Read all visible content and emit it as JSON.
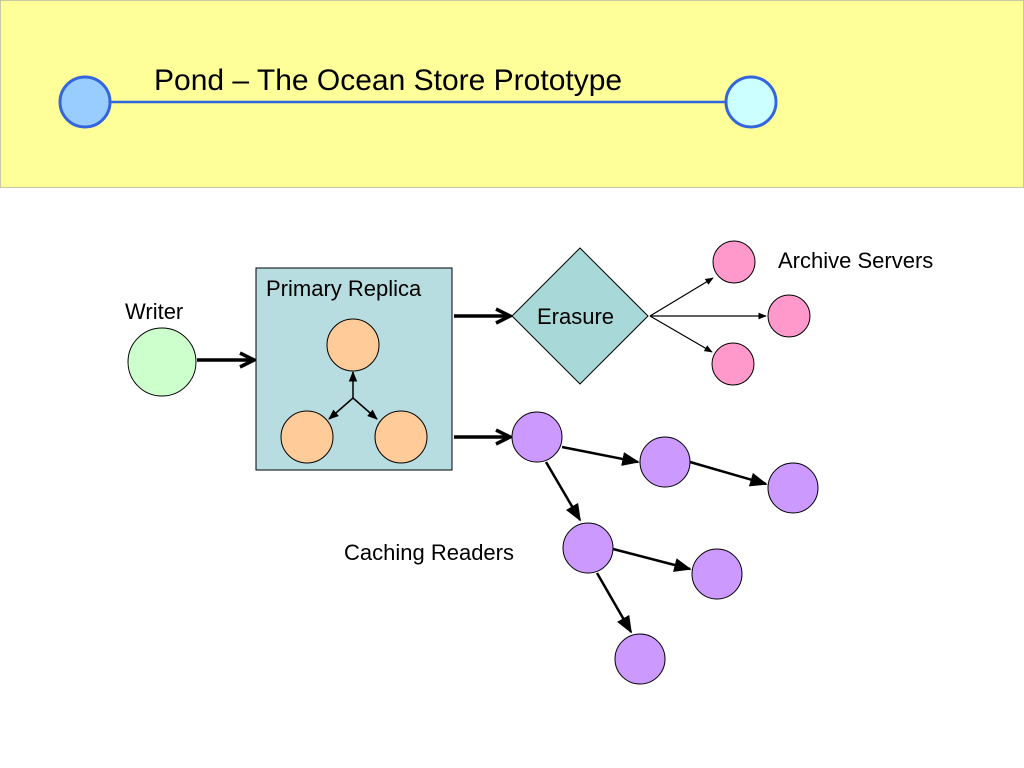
{
  "slide": {
    "title": "Pond – The Ocean Store Prototype"
  },
  "labels": {
    "writer": "Writer",
    "primary_replica": "Primary Replica",
    "erasure": "Erasure",
    "archive_servers": "Archive Servers",
    "caching_readers": "Caching Readers"
  },
  "colors": {
    "header_background": "#ffff99",
    "title_line": "#3366dd",
    "left_endpoint": "#99ccff",
    "right_endpoint": "#ccffff",
    "writer_node": "#ccffcc",
    "replica_box": "#b8dde0",
    "replica_nodes": "#ffcc99",
    "erasure_diamond": "#a8d8d8",
    "archive_nodes": "#ff99cc",
    "reader_nodes": "#cc99ff"
  }
}
